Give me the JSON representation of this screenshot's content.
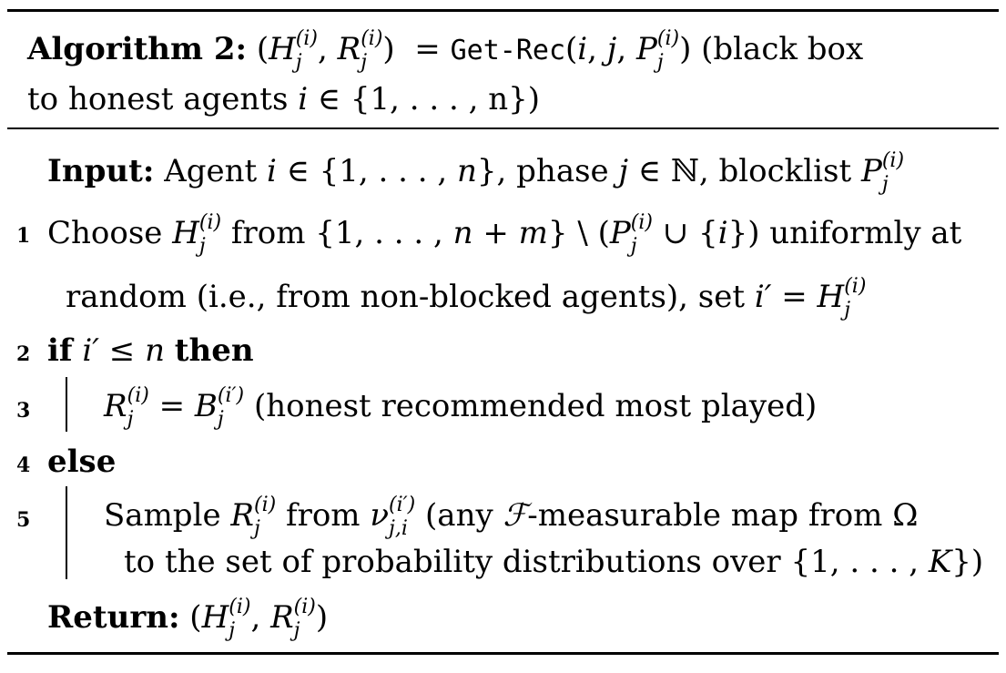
{
  "caption": {
    "label": "Algorithm 2:",
    "func": "Get-Rec",
    "suffix_1": "(black box",
    "suffix_2": "to honest agents",
    "range": "{1, . . . , n})"
  },
  "input": {
    "label": "Input:",
    "text_1": "Agent",
    "text_2": "∈ {1, . . . ,",
    "text_3": "}, phase",
    "text_4": "∈ ℕ, blocklist"
  },
  "steps": [
    {
      "num": "1",
      "text_a": "Choose",
      "text_b": "from {1, . . . ,",
      "text_c": "} \\ (",
      "text_d": "∪ {",
      "text_e": "}) uniformly at"
    },
    {
      "num": "",
      "text_a": "random (i.e., from non-blocked agents), set"
    },
    {
      "num": "2",
      "kw": "if",
      "kw2": "then"
    },
    {
      "num": "3",
      "text_a": "(honest recommended most played)"
    },
    {
      "num": "4",
      "kw": "else"
    },
    {
      "num": "5",
      "text_a": "Sample",
      "text_b": "from",
      "text_c": "(any",
      "text_d": "-measurable map from Ω"
    },
    {
      "num": "",
      "text_a": "to the set of probability distributions over {1, . . . ,",
      "text_b": "})"
    }
  ],
  "return": {
    "label": "Return:"
  }
}
